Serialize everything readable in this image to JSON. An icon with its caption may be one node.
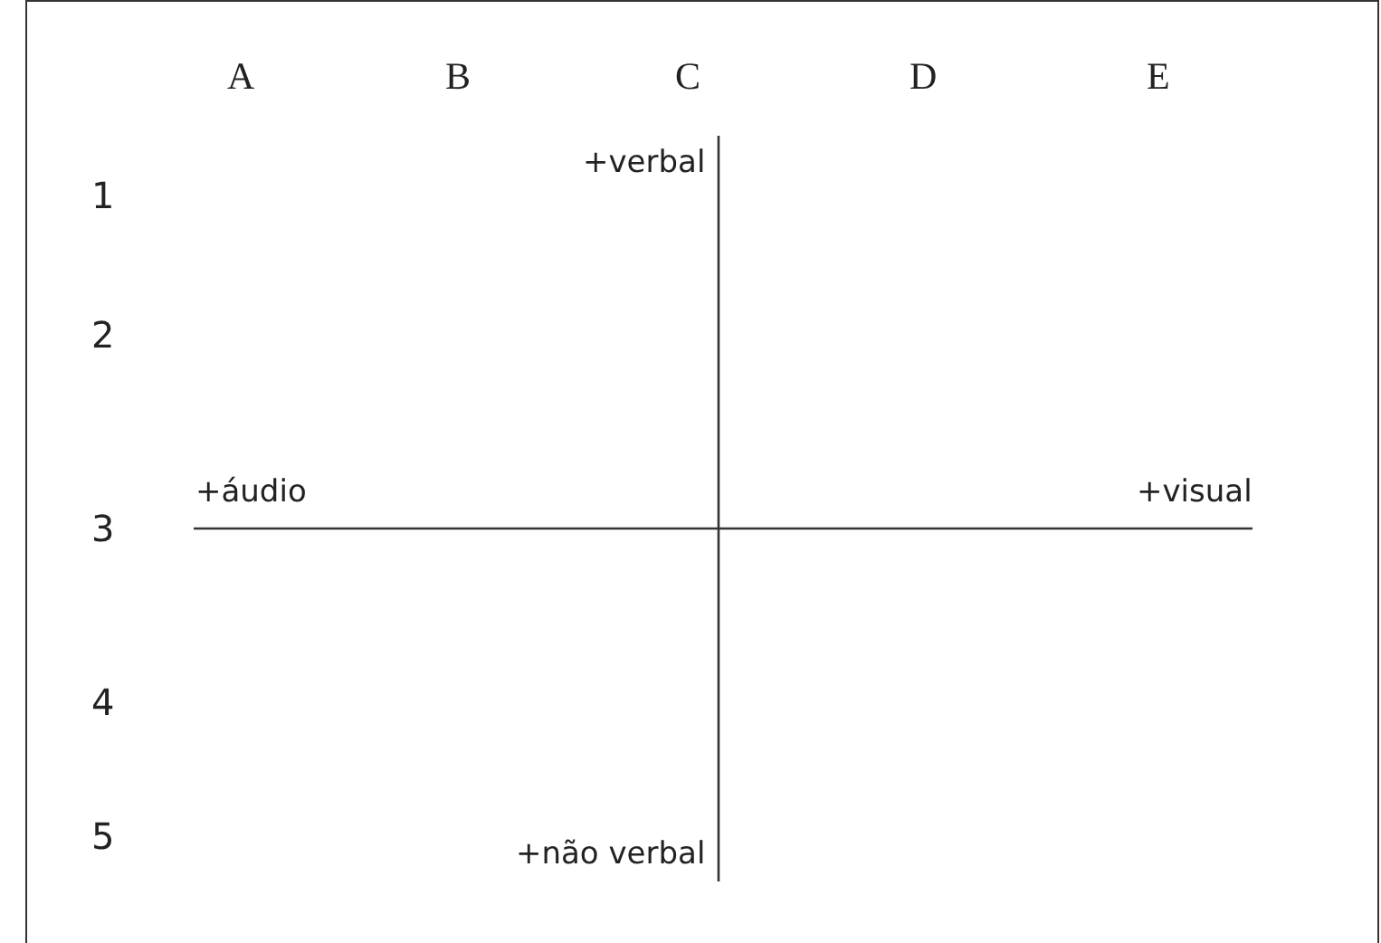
{
  "diagram": {
    "labels": [
      "A",
      "B",
      "C",
      "D",
      "E",
      "1",
      "+verbal",
      "2",
      "+áudio",
      "+visual",
      "3",
      "4",
      "5",
      "+não verbal"
    ]
  }
}
